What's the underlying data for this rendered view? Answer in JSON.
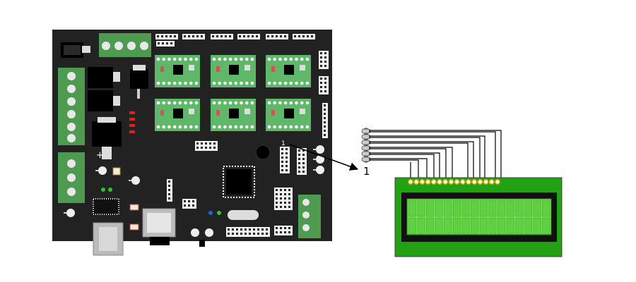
{
  "board": {
    "body_color": "#222222",
    "terminal_color": "#4e9a50",
    "driver_color": "#5fb86a",
    "header_color": "#f2f2f2"
  },
  "lcd": {
    "pcb_color": "#23a114",
    "screen_color": "#7ee65c",
    "bezel_color": "#111111",
    "rows": 2,
    "cols": 16,
    "pins": 16
  },
  "wiring": {
    "wire_color": "#000000",
    "connector_color": "#cccccc",
    "wire_count": 6
  },
  "labels": {
    "pin1_board": "1",
    "pin1_arrow": "1"
  }
}
